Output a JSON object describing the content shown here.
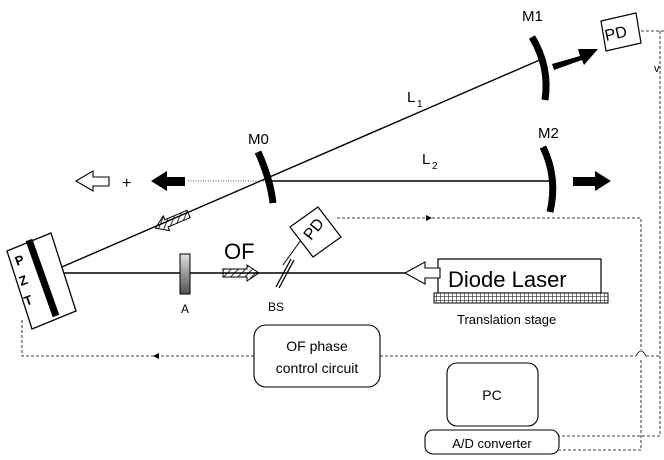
{
  "labels": {
    "m1": "M1",
    "m0": "M0",
    "m2": "M2",
    "l1": "L",
    "l1_sub": "1",
    "l2": "L",
    "l2_sub": "2",
    "pd_top": "PD",
    "pd_mid": "PD",
    "plus": "+",
    "of": "OF",
    "aperture": "A",
    "bs": "BS",
    "pzt_1": "P",
    "pzt_2": "Z",
    "pzt_3": "T",
    "diode_laser": "Diode Laser",
    "translation_stage": "Translation stage",
    "of_phase": "OF phase",
    "control_circuit": "control circuit",
    "pc": "PC",
    "ad_converter": "A/D converter",
    "edge_mark": "v"
  },
  "colors": {
    "ink": "#000000",
    "arrow_outline_fill": "#ffffff",
    "dotted_beam": "#555555",
    "aperture_gradient_top": "#dddddd",
    "aperture_gradient_bottom": "#555555",
    "stage_hatch": "#000000"
  }
}
